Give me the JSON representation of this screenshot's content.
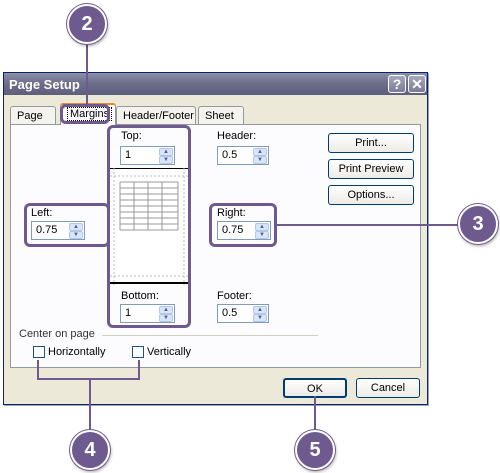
{
  "callouts": {
    "c2": "2",
    "c3": "3",
    "c4": "4",
    "c5": "5"
  },
  "dialog": {
    "title": "Page Setup",
    "help_glyph": "?",
    "close_glyph": "✕"
  },
  "tabs": [
    {
      "label": "Page"
    },
    {
      "label": "Margins"
    },
    {
      "label": "Header/Footer"
    },
    {
      "label": "Sheet"
    }
  ],
  "margins": {
    "top_label": "Top:",
    "top_value": "1",
    "header_label": "Header:",
    "header_value": "0.5",
    "left_label": "Left:",
    "left_value": "0.75",
    "right_label": "Right:",
    "right_value": "0.75",
    "bottom_label": "Bottom:",
    "bottom_value": "1",
    "footer_label": "Footer:",
    "footer_value": "0.5"
  },
  "side_buttons": {
    "print": "Print...",
    "print_preview": "Print Preview",
    "options": "Options..."
  },
  "center_on_page": {
    "title": "Center on page",
    "horizontally": "Horizontally",
    "vertically": "Vertically",
    "horizontally_checked": false,
    "vertically_checked": false
  },
  "footer_buttons": {
    "ok": "OK",
    "cancel": "Cancel"
  },
  "colors": {
    "callout": "#6e5a8f",
    "titlebar": "#6d6f8b"
  }
}
